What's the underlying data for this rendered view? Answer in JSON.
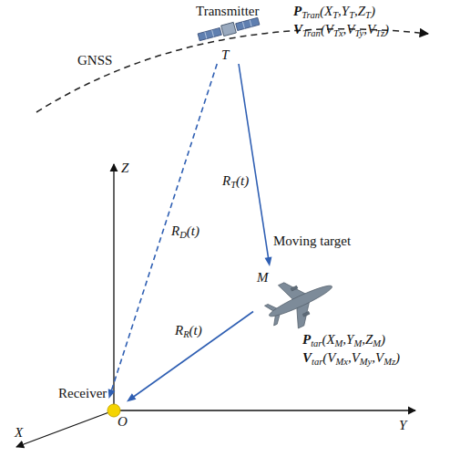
{
  "diagram": {
    "nodes": [
      {
        "text": [
          "Transmitter",
          "T"
        ]
      },
      {
        "text": [
          "Moving target",
          "M"
        ]
      },
      {
        "text": [
          "Receiver",
          "O"
        ]
      }
    ],
    "edges": [
      {
        "from": 0,
        "to": 1,
        "label": "RT(t)",
        "arrow": "to"
      },
      {
        "from": 0,
        "to": 2,
        "label": "RD(t)",
        "arrow": "to"
      },
      {
        "from": 1,
        "to": 2,
        "label": "RR(t)",
        "arrow": "to"
      }
    ],
    "labels": [
      "PTran(XT,YT,ZT)",
      "VTran(VTx,VTy,VTz)",
      "GNSS",
      "Ptar(XM,YM,ZM)",
      "Vtar(VMx,VMy,VMz)",
      "Z",
      "Y",
      "X"
    ]
  }
}
